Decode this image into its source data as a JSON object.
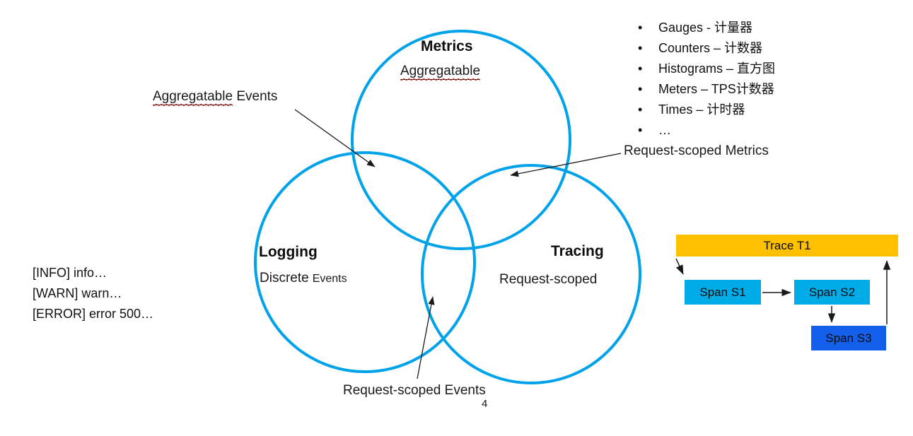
{
  "slide": {
    "page_number": "4"
  },
  "colors": {
    "venn_circle_stroke": "#00A3E9",
    "trace_bar_fill": "#FFC000",
    "span_light_fill": "#00ACE8",
    "span_dark_fill": "#1560EB",
    "spellcheck_wavy": "#e03a2f",
    "ink": "#1a1a1a"
  },
  "venn": {
    "metrics": {
      "title": "Metrics",
      "subtitle": "Aggregatable"
    },
    "logging": {
      "title": "Logging",
      "subtitle_main": "Discrete",
      "subtitle_small": "Events"
    },
    "tracing": {
      "title": "Tracing",
      "subtitle": "Request-scoped"
    },
    "labels": {
      "aggregatable_events_word1": "Aggregatable",
      "aggregatable_events_word2": " Events",
      "request_scoped_metrics": "Request-scoped Metrics",
      "request_scoped_events": "Request-scoped Events"
    }
  },
  "metric_types": {
    "items": [
      "Gauges - 计量器",
      "Counters – 计数器",
      "Histograms – 直方图",
      "Meters – TPS计数器",
      "Times – 计时器",
      "…"
    ]
  },
  "log_lines": [
    "[INFO] info…",
    "[WARN] warn…",
    "[ERROR] error 500…"
  ],
  "trace_diagram": {
    "trace_label": "Trace T1",
    "span1_label": "Span S1",
    "span2_label": "Span S2",
    "span3_label": "Span S3"
  }
}
